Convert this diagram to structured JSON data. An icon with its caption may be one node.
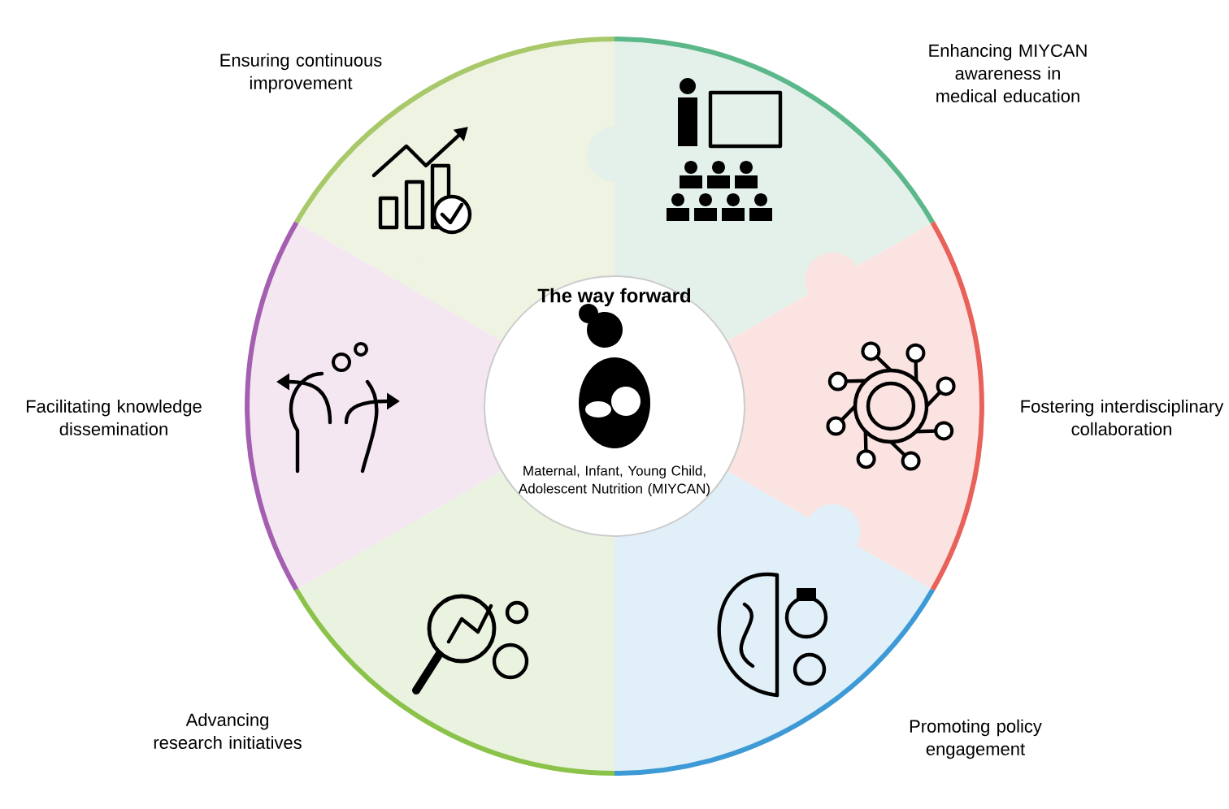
{
  "diagram": {
    "nodes": [
      {
        "text": [
          "Ensuring continuous improvement"
        ]
      },
      {
        "text": [
          "Enhancing MIYCAN awareness in medical education"
        ]
      },
      {
        "text": [
          "The way forward",
          "Maternal, Infant, Young Child, Adolescent Nutrition (MIYCAN)"
        ]
      },
      {
        "text": [
          "Facilitating knowledge dissemination"
        ]
      },
      {
        "text": [
          "Fostering interdisciplinary collaboration"
        ]
      },
      {
        "text": [
          "Advancing research initiatives"
        ]
      },
      {
        "text": [
          "Promoting policy engagement"
        ]
      }
    ]
  }
}
